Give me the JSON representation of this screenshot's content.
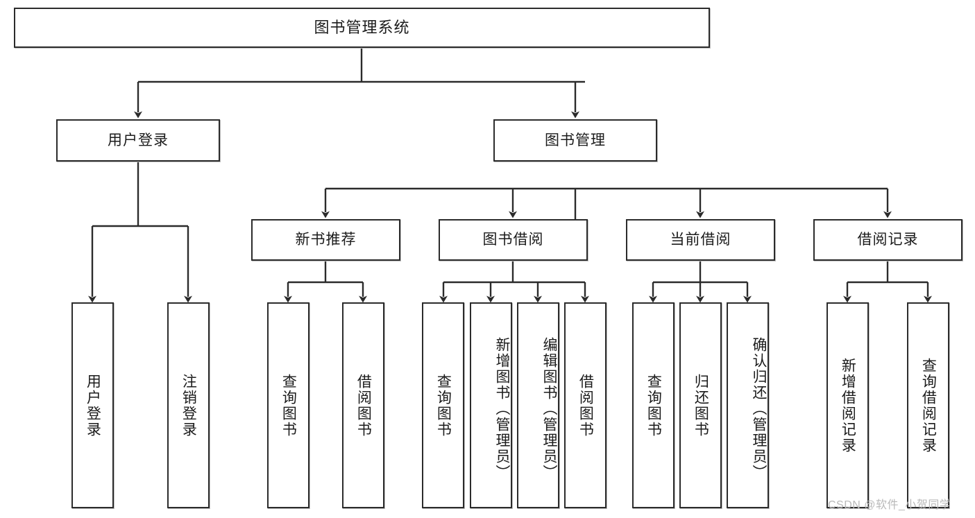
{
  "diagram": {
    "title": "图书管理系统",
    "watermark": "CSDN @软件_小贺同学",
    "colors": {
      "stroke": "#2b2b2b",
      "fill": "#ffffff",
      "text": "#1b1b1b",
      "watermark": "#b9b9b9"
    },
    "levels": {
      "root": "图书管理系统",
      "level2": [
        "用户登录",
        "图书管理"
      ],
      "level3": [
        "新书推荐",
        "图书借阅",
        "当前借阅",
        "借阅记录"
      ]
    },
    "nodes": {
      "root": {
        "label": "图书管理系统"
      },
      "user_login": {
        "label": "用户登录"
      },
      "book_manage": {
        "label": "图书管理"
      },
      "new_book_rec": {
        "label": "新书推荐"
      },
      "book_borrow": {
        "label": "图书借阅"
      },
      "current_borrow": {
        "label": "当前借阅"
      },
      "borrow_record": {
        "label": "借阅记录"
      },
      "leaf_user_login": {
        "label": "用户登录"
      },
      "leaf_logout": {
        "label": "注销登录"
      },
      "leaf_query_book_1": {
        "label": "查询图书"
      },
      "leaf_borrow_book_1": {
        "label": "借阅图书"
      },
      "leaf_query_book_2": {
        "label": "查询图书"
      },
      "leaf_add_book": {
        "label": "新增图书（管理员）"
      },
      "leaf_edit_book": {
        "label": "编辑图书（管理员）"
      },
      "leaf_borrow_book_2": {
        "label": "借阅图书"
      },
      "leaf_query_book_3": {
        "label": "查询图书"
      },
      "leaf_return_book": {
        "label": "归还图书"
      },
      "leaf_confirm_return": {
        "label": "确认归还（管理员）"
      },
      "leaf_add_record": {
        "label": "新增借阅记录"
      },
      "leaf_query_record": {
        "label": "查询借阅记录"
      }
    },
    "tree": {
      "name": "图书管理系统",
      "children": [
        {
          "name": "用户登录",
          "children": [
            {
              "name": "用户登录"
            },
            {
              "name": "注销登录"
            }
          ]
        },
        {
          "name": "图书管理",
          "children": [
            {
              "name": "新书推荐",
              "children": [
                {
                  "name": "查询图书"
                },
                {
                  "name": "借阅图书"
                }
              ]
            },
            {
              "name": "图书借阅",
              "children": [
                {
                  "name": "查询图书"
                },
                {
                  "name": "新增图书（管理员）"
                },
                {
                  "name": "编辑图书（管理员）"
                },
                {
                  "name": "借阅图书"
                }
              ]
            },
            {
              "name": "当前借阅",
              "children": [
                {
                  "name": "查询图书"
                },
                {
                  "name": "归还图书"
                },
                {
                  "name": "确认归还（管理员）"
                }
              ]
            },
            {
              "name": "借阅记录",
              "children": [
                {
                  "name": "新增借阅记录"
                },
                {
                  "name": "查询借阅记录"
                }
              ]
            }
          ]
        }
      ]
    }
  }
}
